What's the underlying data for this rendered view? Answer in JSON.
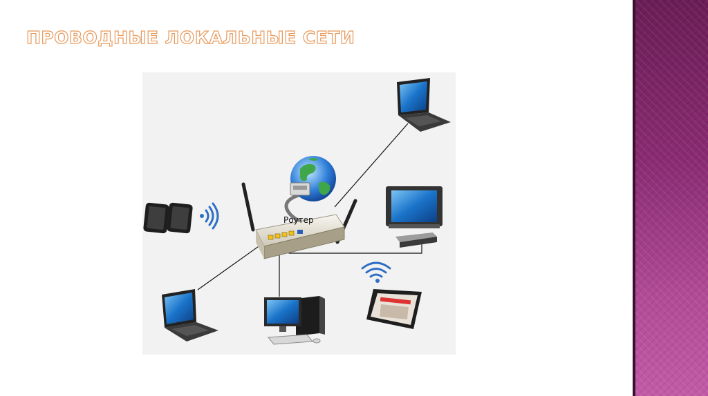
{
  "slide": {
    "title": "ПРОВОДНЫЕ ЛОКАЛЬНЫЕ СЕТИ"
  },
  "diagram": {
    "router_label": "Роутер",
    "devices": [
      {
        "id": "internet",
        "icon": "globe-icon"
      },
      {
        "id": "router",
        "icon": "router-icon"
      },
      {
        "id": "laptop-top",
        "icon": "laptop-icon"
      },
      {
        "id": "tv",
        "icon": "tv-icon"
      },
      {
        "id": "set-top-box",
        "icon": "set-top-box-icon"
      },
      {
        "id": "phones",
        "icon": "smartphone-icon"
      },
      {
        "id": "laptop-bottom",
        "icon": "laptop-icon"
      },
      {
        "id": "desktop",
        "icon": "desktop-computer-icon"
      },
      {
        "id": "tablet",
        "icon": "tablet-icon"
      }
    ],
    "colors": {
      "screen": "#1a73c9",
      "device_body": "#2a2a2a",
      "router_body": "#e6e2d6",
      "wifi": "#2d6fc4",
      "title_outline": "#e89a5c"
    }
  }
}
